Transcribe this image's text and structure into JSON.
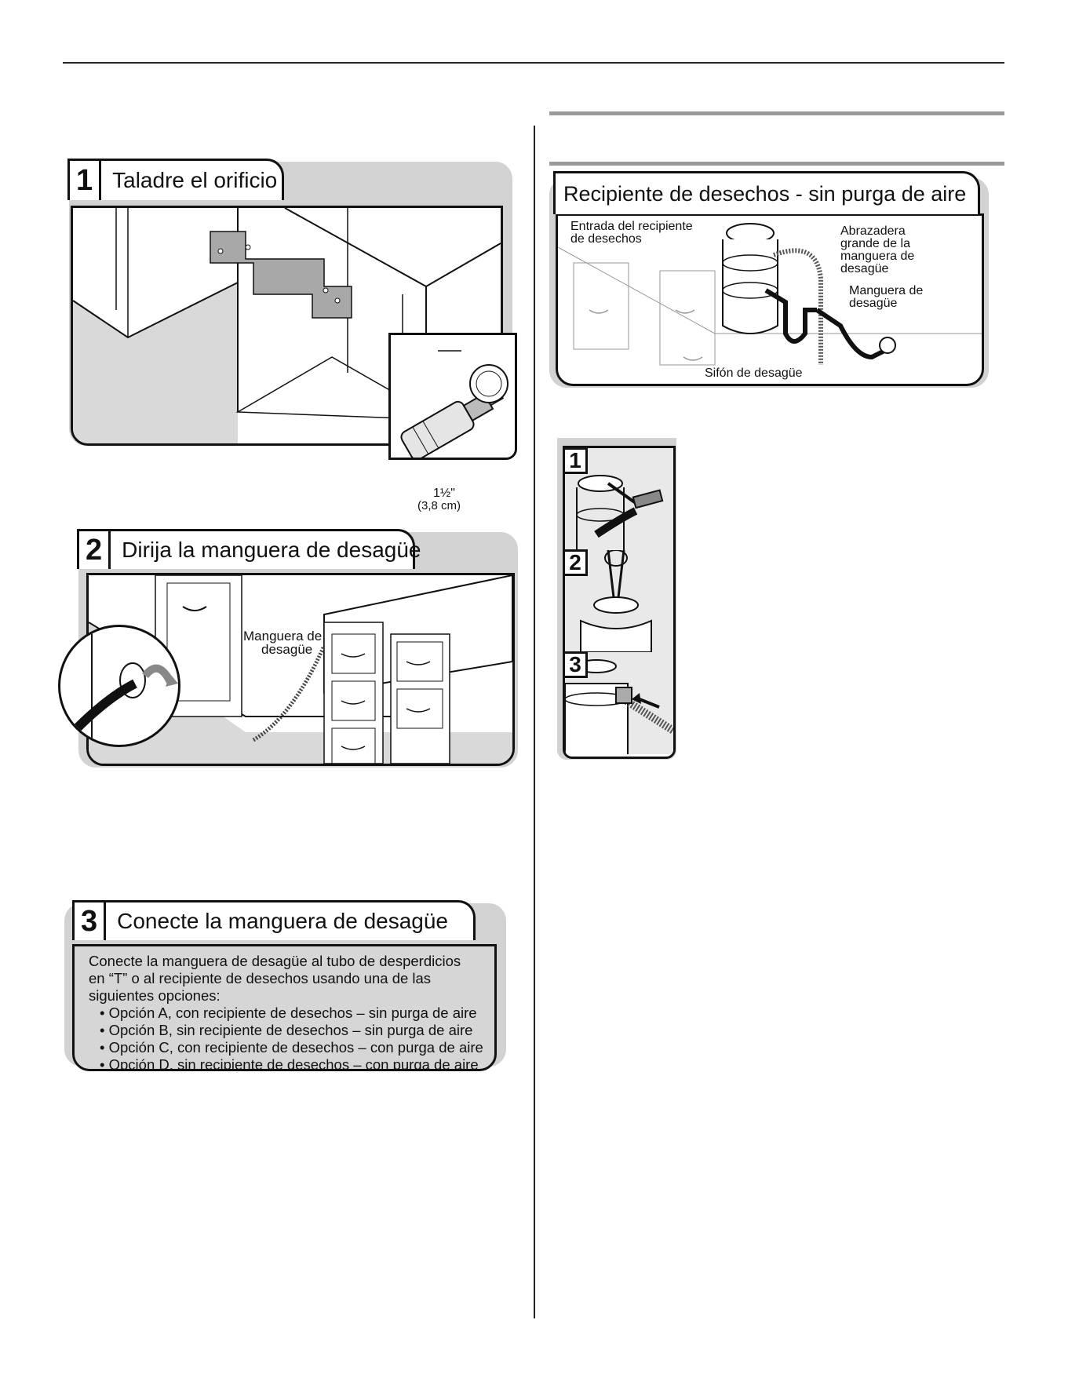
{
  "step1": {
    "number": "1",
    "title": "Taladre el orificio",
    "size_label": "1½\"",
    "size_metric": "(3,8 cm)"
  },
  "step2": {
    "number": "2",
    "title": "Dirija la manguera de desagüe",
    "hose_label_line1": "Manguera de",
    "hose_label_line2": "desagüe"
  },
  "step3": {
    "number": "3",
    "title": "Conecte la manguera de desagüe",
    "body_lines": [
      "Conecte la manguera de desagüe al tubo de desperdicios",
      "en “T” o al recipiente de desechos usando una de las",
      "siguientes opciones:"
    ],
    "options": [
      "• Opción A, con recipiente de desechos – sin purga de aire",
      "• Opción B, sin recipiente de desechos – sin purga de aire",
      "• Opción C, con recipiente de desechos – con purga de aire",
      "• Opción D, sin recipiente de desechos – con purga de aire"
    ]
  },
  "disposer": {
    "title": "Recipiente de desechos - sin purga de aire",
    "labels": {
      "inlet_line1": "Entrada del recipiente",
      "inlet_line2": "de desechos",
      "clamp_line1": "Abrazadera",
      "clamp_line2": "grande de la",
      "clamp_line3": "manguera de",
      "clamp_line4": "desagüe",
      "hose_line1": "Manguera de",
      "hose_line2": "desagüe",
      "trap": "Sifón de desagüe"
    }
  },
  "knockout_steps": [
    "1",
    "2",
    "3"
  ],
  "colors": {
    "panel_shadow": "#d2d2d2",
    "floor_gray": "#d9d9d9",
    "bracket_gray": "#a8a8a8",
    "rule_gray": "#9a9a9a"
  }
}
